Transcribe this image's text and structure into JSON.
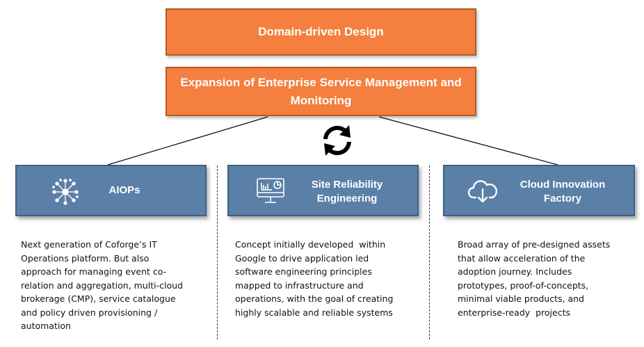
{
  "top_boxes": {
    "first": "Domain-driven Design",
    "second_line1": "Expansion of Enterprise Service Management and",
    "second_line2": "Monitoring"
  },
  "cards": [
    {
      "title_line1": "AIOPs",
      "title_line2": "",
      "icon": "network-hub-icon",
      "description": [
        "Next generation of Coforge’s IT",
        "Operations platform. But also",
        "approach for managing event co-",
        "relation and aggregation, multi-cloud",
        "brokerage (CMP), service catalogue",
        "and policy driven provisioning /",
        "automation"
      ]
    },
    {
      "title_line1": "Site Reliability",
      "title_line2": "Engineering",
      "icon": "monitor-chart-icon",
      "description": [
        "Concept initially developed  within",
        "Google to drive application led",
        "software engineering principles",
        "mapped to infrastructure and",
        "operations, with the goal of creating",
        "highly scalable and reliable systems"
      ]
    },
    {
      "title_line1": "Cloud Innovation",
      "title_line2": "Factory",
      "icon": "cloud-download-icon",
      "description": [
        "Broad array of pre-designed assets",
        "that allow acceleration of the",
        "adoption journey. Includes",
        "prototypes, proof-of-concepts,",
        "minimal viable products, and",
        "enterprise-ready  projects"
      ]
    }
  ],
  "colors": {
    "orange": "#f47f3f",
    "blue": "#5b80a8"
  }
}
